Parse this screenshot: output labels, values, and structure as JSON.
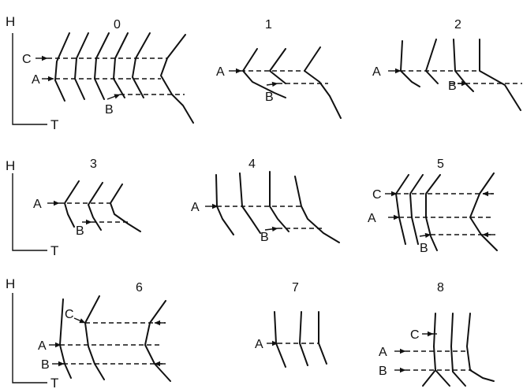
{
  "axes": {
    "vertical_label": "H",
    "horizontal_label": "T"
  },
  "panels": [
    {
      "number": "0",
      "labels": [
        "C",
        "A",
        "B"
      ]
    },
    {
      "number": "1",
      "labels": [
        "A",
        "B"
      ]
    },
    {
      "number": "2",
      "labels": [
        "A",
        "B"
      ]
    },
    {
      "number": "3",
      "labels": [
        "A",
        "B"
      ]
    },
    {
      "number": "4",
      "labels": [
        "A",
        "B"
      ]
    },
    {
      "number": "5",
      "labels": [
        "C",
        "A",
        "B"
      ]
    },
    {
      "number": "6",
      "labels": [
        "C",
        "A",
        "B"
      ]
    },
    {
      "number": "7",
      "labels": [
        "A"
      ]
    },
    {
      "number": "8",
      "labels": [
        "C",
        "A",
        "B"
      ]
    }
  ],
  "colors": {
    "ink": "#111111",
    "background": "#ffffff"
  }
}
